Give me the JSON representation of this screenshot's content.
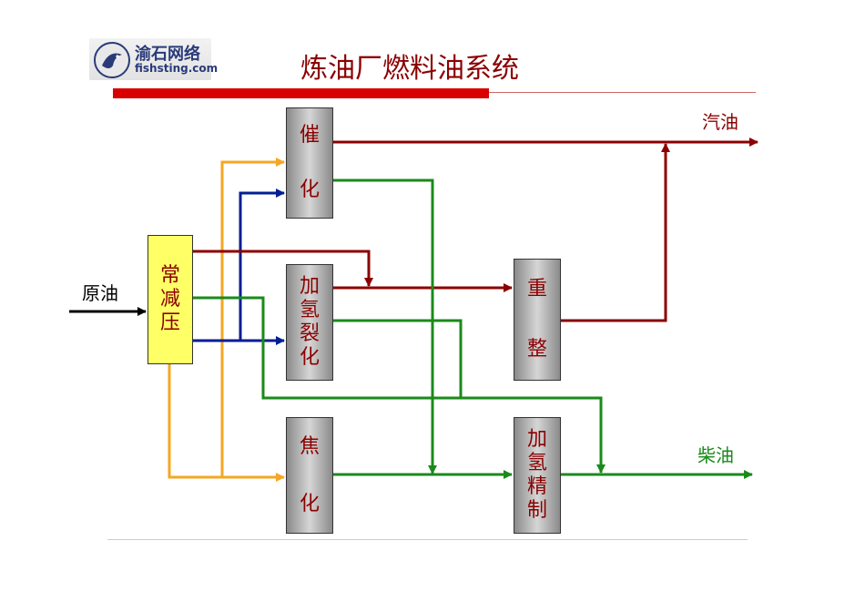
{
  "header": {
    "logo": {
      "name_cn": "渝石网络",
      "name_en": "fishsting.com",
      "icon": "fish-logo-icon"
    },
    "title": "炼油厂燃料油系统"
  },
  "units": {
    "atmospheric_vacuum": [
      "常",
      "减",
      "压"
    ],
    "catalytic": [
      "催",
      "化"
    ],
    "hydrocracking": [
      "加",
      "氢",
      "裂",
      "化"
    ],
    "coking": [
      "焦",
      "化"
    ],
    "reforming": [
      "重",
      "整"
    ],
    "hydrofining": [
      "加",
      "氢",
      "精",
      "制"
    ]
  },
  "labels": {
    "crude": "原油",
    "gasoline": "汽油",
    "diesel": "柴油"
  },
  "colors": {
    "gasoline_line": "#8b0000",
    "diesel_line": "#1a8a1a",
    "blue_line": "#001e96",
    "orange_line": "#f5a623",
    "feed_line": "#000000",
    "title": "#8b0000",
    "title_bar": "#d90000",
    "atm_box": "#ffff66"
  }
}
